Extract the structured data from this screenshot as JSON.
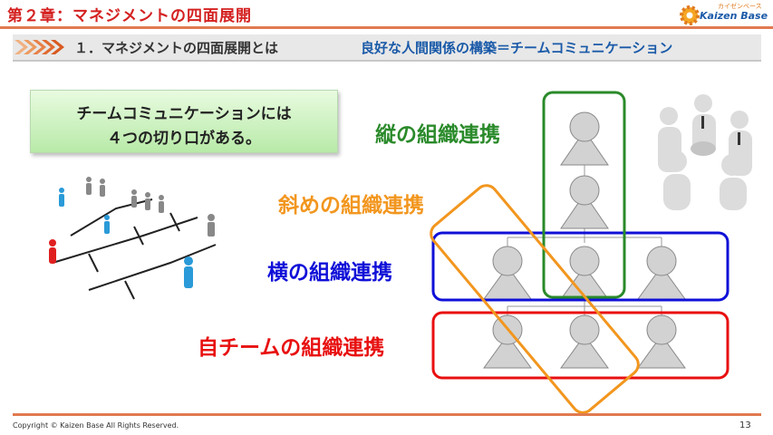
{
  "header": {
    "chapter_title": "第２章：マネジメントの四面展開",
    "logo_text": "Kaizen Base",
    "logo_subtext": "カイゼンベース"
  },
  "section": {
    "number_title": "１．マネジメントの四面展開とは",
    "subtitle": "良好な人間関係の構築＝チームコミュニケーション"
  },
  "callout": {
    "line1": "チームコミュニケーションには",
    "line2": "４つの切り口がある。"
  },
  "diagram": {
    "label_vertical": "縦の組織連携",
    "label_diagonal": "斜めの組織連携",
    "label_horizontal": "横の組織連携",
    "label_team": "自チームの組織連携",
    "colors": {
      "vertical": "#2a8a2a",
      "diagonal": "#f2961e",
      "horizontal": "#1010d8",
      "team": "#e81010"
    }
  },
  "footer": {
    "copyright": "Copyright ©  Kaizen Base  All Rights Reserved.",
    "page_number": "13"
  }
}
